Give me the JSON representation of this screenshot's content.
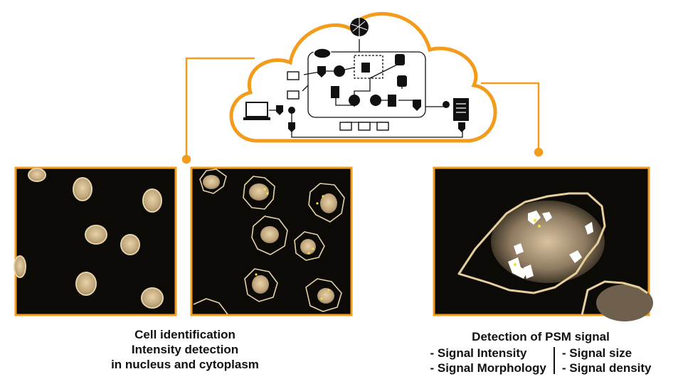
{
  "colors": {
    "accent": "#f39c1b",
    "panel_bg": "#0b0a07",
    "outline": "#e6d2a6",
    "signal": "#f0e04a"
  },
  "icons": [
    "globe-icon",
    "shield-icon",
    "database-icon",
    "server-icon",
    "computer-icon",
    "laptop-icon",
    "info-icon",
    "hub-icon"
  ],
  "left_caption": {
    "line1": "Cell identification",
    "line2": "Intensity detection",
    "line3": "in nucleus and cytoplasm"
  },
  "right_caption": {
    "title": "Detection of PSM signal",
    "col1": [
      "- Signal Intensity",
      "- Signal Morphology"
    ],
    "col2": [
      "- Signal size",
      "- Signal density"
    ]
  }
}
